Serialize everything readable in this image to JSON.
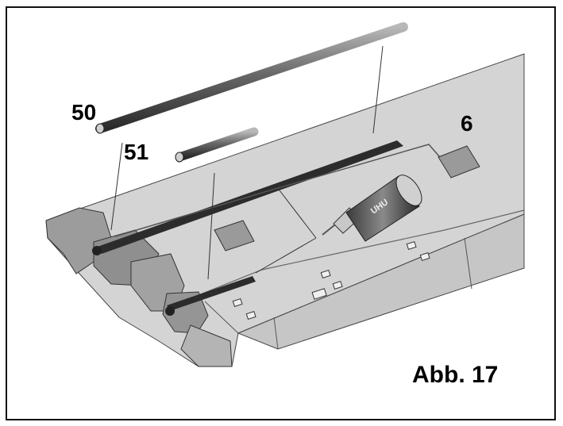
{
  "figure": {
    "callouts": [
      {
        "id": "50",
        "text": "50"
      },
      {
        "id": "51",
        "text": "51"
      },
      {
        "id": "6",
        "text": "6"
      }
    ],
    "caption": "Abb. 17",
    "glue_bottle_label": "UHU"
  }
}
